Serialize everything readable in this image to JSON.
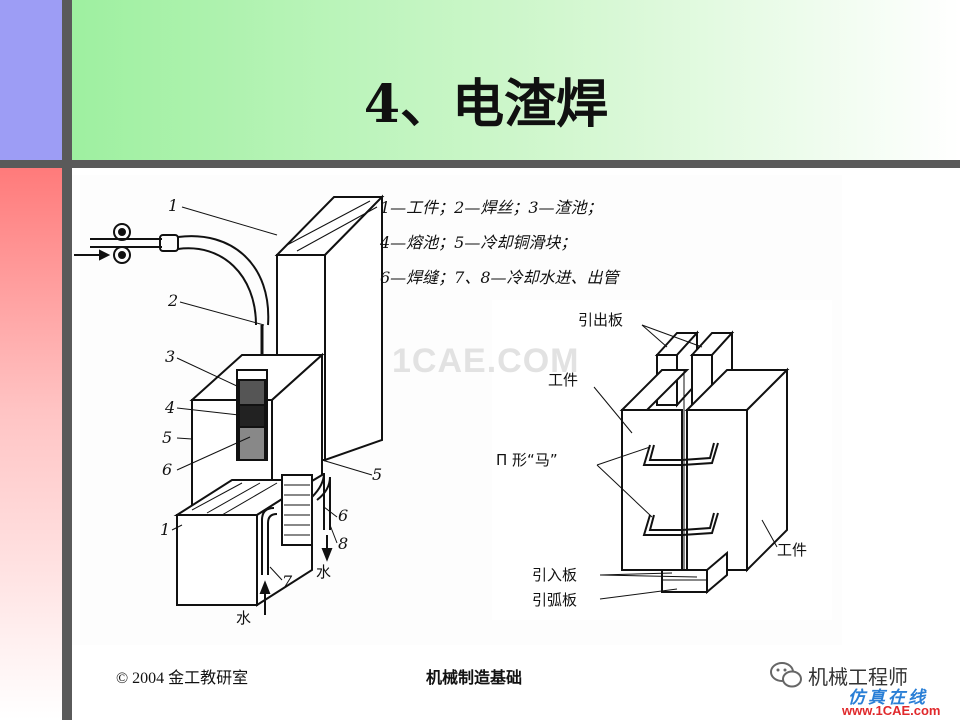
{
  "slide": {
    "title": "4、电渣焊",
    "footer_left": "© 2004 金工教研室",
    "footer_center": "机械制造基础"
  },
  "legend": {
    "line1": "1—工件；2—焊丝；3—渣池；",
    "line2": "4—熔池；5—冷却铜滑块；",
    "line3": "6—焊缝；7、8—冷却水进、出管"
  },
  "left_diagram": {
    "callouts": [
      "1",
      "2",
      "3",
      "4",
      "5",
      "6",
      "1",
      "5",
      "6",
      "8",
      "7"
    ],
    "water_in": "水",
    "water_out": "水"
  },
  "right_diagram": {
    "lead_out_plate": "引出板",
    "workpiece_top": "工件",
    "h_clamp": "Π 形“马”",
    "workpiece_right": "工件",
    "lead_in_plate": "引入板",
    "arc_plate": "引弧板"
  },
  "watermark": "1CAE.COM",
  "branding": {
    "account_name": "机械工程师",
    "site_tag": "仿真在线",
    "site_url": "www.1CAE.com"
  }
}
